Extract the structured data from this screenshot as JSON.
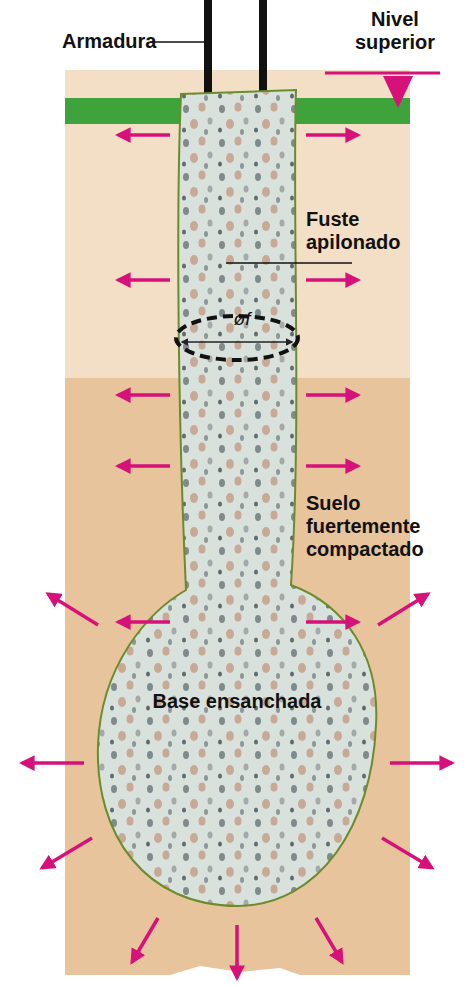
{
  "diagram": {
    "labels": [
      "Armadura",
      "Nivel superior",
      "Fuste apilonado",
      "øf",
      "Suelo fuertemente compactado",
      "Base ensanchada"
    ]
  }
}
